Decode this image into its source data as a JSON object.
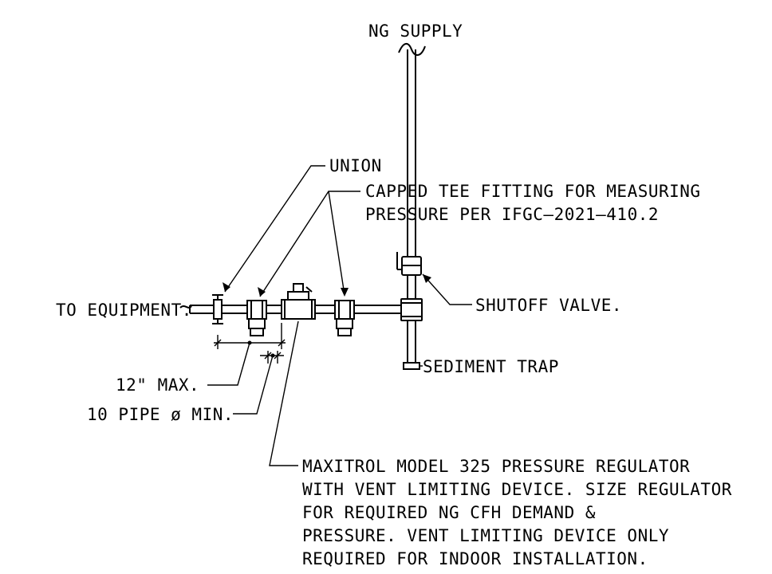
{
  "labels": {
    "ng_supply": "NG SUPPLY",
    "union": "UNION",
    "capped_tee_line1": "CAPPED TEE FITTING FOR MEASURING",
    "capped_tee_line2": "PRESSURE PER IFGC–2021–410.2",
    "to_equipment": "TO EQUIPMENT.",
    "shutoff_valve": "SHUTOFF VALVE.",
    "sediment_trap": "SEDIMENT TRAP",
    "max_12": "12\" MAX.",
    "pipe_dia_min": "10 PIPE ø MIN.",
    "regulator_note": [
      "MAXITROL MODEL 325 PRESSURE REGULATOR",
      "WITH VENT LIMITING DEVICE. SIZE REGULATOR",
      "FOR REQUIRED NG CFH DEMAND &",
      "PRESSURE. VENT LIMITING DEVICE ONLY",
      "REQUIRED FOR INDOOR INSTALLATION."
    ]
  }
}
